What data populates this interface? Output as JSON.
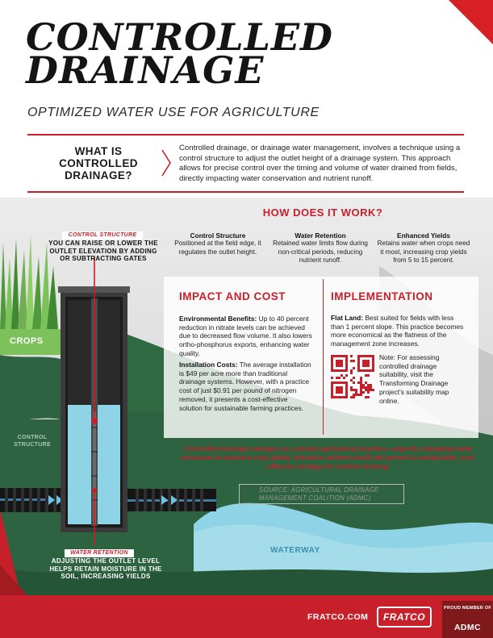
{
  "header": {
    "title_line1": "CONTROLLED",
    "title_line2": "DRAINAGE",
    "subtitle": "OPTIMIZED WATER USE FOR AGRICULTURE"
  },
  "what_is": {
    "heading_line1": "WHAT IS",
    "heading_line2": "CONTROLLED",
    "heading_line3": "DRAINAGE?",
    "body": "Controlled drainage, or drainage water management, involves a technique using a control structure to adjust the outlet height of a drainage system. This approach allows for precise control over the timing and volume of water drained from fields, directly impacting water conservation and nutrient runoff."
  },
  "how": {
    "heading": "HOW DOES IT WORK?",
    "steps": [
      {
        "title": "Control Structure",
        "text": "Positioned at the field edge, it regulates the outlet height."
      },
      {
        "title": "Water Retention",
        "text": "Retained water limits flow during non-critical periods, reducing nutrient runoff."
      },
      {
        "title": "Enhanced Yields",
        "text": "Retains water when crops need it most, increasing crop yields from 5 to 15 percent."
      }
    ]
  },
  "impact": {
    "heading": "IMPACT AND COST",
    "env_label": "Environmental Benefits:",
    "env_text": "Up to 40 percent reduction in nitrate levels can be achieved due to decreased flow volume. It also lowers ortho-phosphorus exports, enhancing water quality.",
    "cost_label": "Installation Costs:",
    "cost_text": "The average installation is $49 per acre more than traditional drainage systems. However, with a practice cost of just $0.91 per pound of nitrogen removed, it presents a cost-effective solution for sustainable farming practices."
  },
  "implementation": {
    "heading": "IMPLEMENTATION",
    "flat_label": "Flat Land:",
    "flat_text": "Best suited for fields with less than 1 percent slope. This practice becomes more economical as the flatness of the management zone increases.",
    "note": "Note: For assessing controlled drainage suitability, visit the Transforming Drainage project's suitability map online."
  },
  "summary": "Controlled drainage emerges as a pivotal agricultural practice—expertly managing water resources to enhance crop yields, minimize nitrient runoff and present a sustainable, cost-effective strategy for modern farming.",
  "source": "SOURCE: AGRICULTURAL DRAINAGE MANAGEMENT COALITION (ADMC)",
  "diagram": {
    "control_structure_label": "CONTROL STRUCTURE",
    "control_structure_text": "YOU CAN RAISE OR LOWER THE OUTLET ELEVATION BY ADDING OR SUBTRACTING GATES",
    "crops": "CROPS",
    "control_structure_ground": "CONTROL STRUCTURE",
    "waterway": "WATERWAY",
    "water_retention_label": "WATER RETENTION",
    "water_retention_text": "ADJUSTING THE OUTLET LEVEL HELPS RETAIN MOISTURE IN THE SOIL, INCREASING YIELDS"
  },
  "footer": {
    "site": "FRATCO.COM",
    "brand": "FRATCO",
    "admc_small": "PROUD MEMBER OF",
    "admc_big": "ADMC"
  },
  "colors": {
    "accent_red": "#c8202a",
    "dark_green": "#2d6340",
    "crop_green": "#6fae54",
    "water_blue": "#8ed4e6"
  }
}
